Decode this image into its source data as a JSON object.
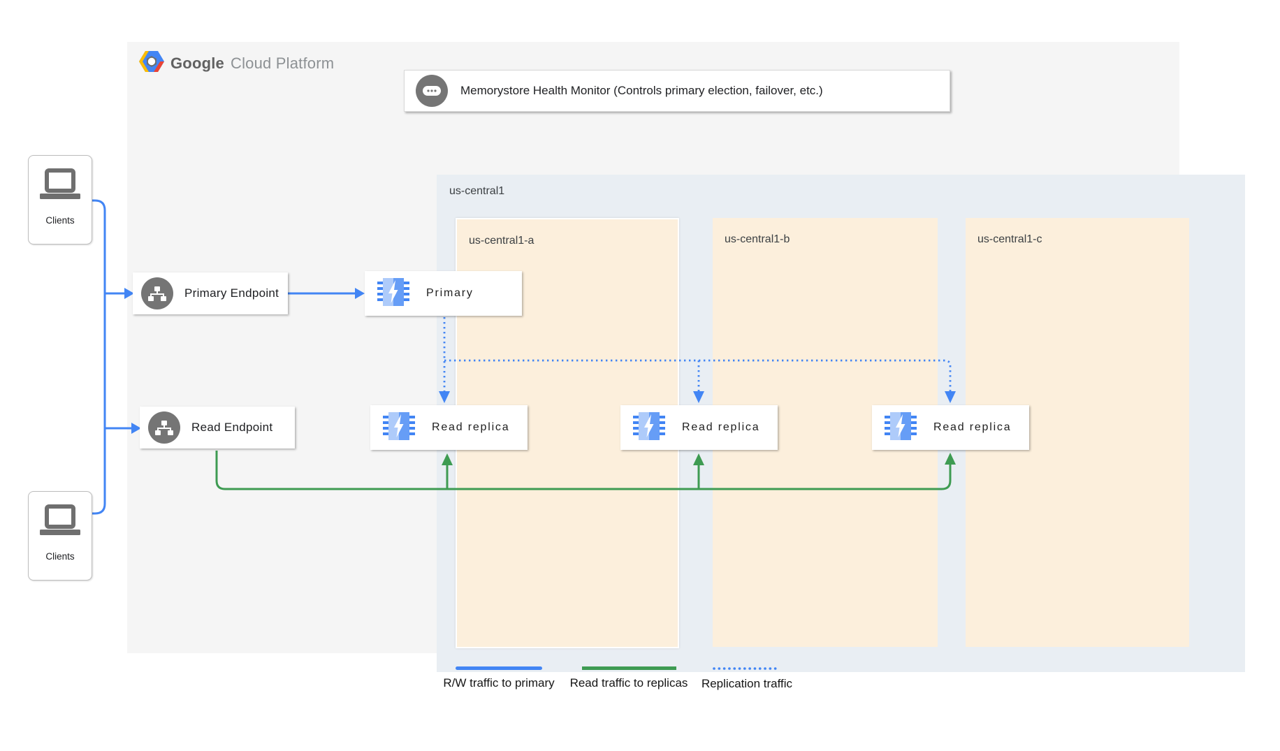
{
  "logo": {
    "google": "Google",
    "cloud_platform": "Cloud Platform"
  },
  "monitor": {
    "label": "Memorystore Health Monitor (Controls primary election, failover, etc.)",
    "icon": "chat-ellipsis-icon"
  },
  "region": {
    "label": "us-central1",
    "zones": [
      {
        "label": "us-central1-a"
      },
      {
        "label": "us-central1-b"
      },
      {
        "label": "us-central1-c"
      }
    ]
  },
  "nodes": {
    "primary": "Primary",
    "read_replica": "Read replica",
    "icon": "memorystore-icon"
  },
  "endpoints": {
    "primary": "Primary Endpoint",
    "read": "Read Endpoint",
    "icon": "network-endpoint-icon"
  },
  "clients": {
    "label": "Clients",
    "icon": "laptop-icon"
  },
  "legend": {
    "items": [
      {
        "label": "R/W traffic to primary",
        "style": "solid",
        "color": "#4285f4"
      },
      {
        "label": "Read traffic to replicas",
        "style": "solid",
        "color": "#3e9b52"
      },
      {
        "label": "Replication traffic",
        "style": "dotted",
        "color": "#4285f4"
      }
    ]
  },
  "colors": {
    "rw_traffic": "#4285f4",
    "read_traffic": "#3e9b52",
    "replication_traffic": "#4285f4",
    "panel_fill": "#f5f5f5",
    "region_fill": "#e9eef3",
    "zone_fill": "#fcefdc",
    "icon_gray": "#757575",
    "memorystore_light": "#aecbfa",
    "memorystore_mid": "#669df6",
    "memorystore_dark": "#4285f4"
  }
}
